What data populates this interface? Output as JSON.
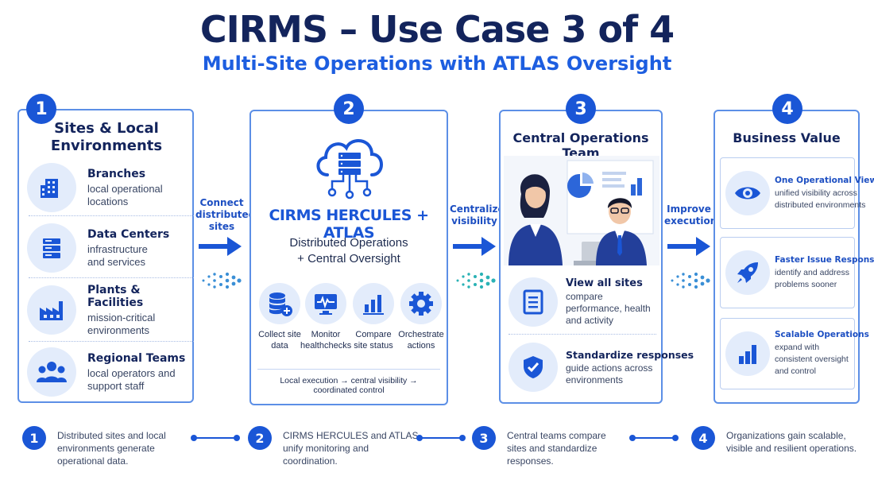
{
  "header": {
    "title": "CIRMS – Use Case 3 of 4",
    "subtitle": "Multi-Site Operations with ATLAS Oversight"
  },
  "panel1": {
    "number": "1",
    "title": "Sites & Local Environments",
    "items": [
      {
        "icon": "building-icon",
        "head": "Branches",
        "sub": "local operational locations"
      },
      {
        "icon": "server-icon",
        "head": "Data Centers",
        "sub": "infrastructure and services"
      },
      {
        "icon": "factory-icon",
        "head": "Plants & Facilities",
        "sub": "mission-critical environments"
      },
      {
        "icon": "team-icon",
        "head": "Regional Teams",
        "sub": "local operators and support staff"
      }
    ]
  },
  "connectors": [
    {
      "label": "Connect distributed sites"
    },
    {
      "label": "Centralize visibility"
    },
    {
      "label": "Improve execution"
    }
  ],
  "panel2": {
    "number": "2",
    "name": "CIRMS HERCULES + ATLAS",
    "description": "Distributed Operations + Central Oversight",
    "items": [
      {
        "icon": "database-add-icon",
        "label": "Collect site data"
      },
      {
        "icon": "monitor-pulse-icon",
        "label": "Monitor healthchecks"
      },
      {
        "icon": "bar-chart-icon",
        "label": "Compare site status"
      },
      {
        "icon": "gear-icon",
        "label": "Orchestrate actions"
      }
    ],
    "footer": "Local execution → central visibility → coordinated control"
  },
  "panel3": {
    "number": "3",
    "title": "Central Operations Team",
    "items": [
      {
        "icon": "document-icon",
        "head": "View all sites",
        "sub": "compare performance, health and activity"
      },
      {
        "icon": "shield-check-icon",
        "head": "Standardize responses",
        "sub": "guide actions across environments"
      }
    ]
  },
  "panel4": {
    "number": "4",
    "title": "Business Value",
    "items": [
      {
        "icon": "eye-icon",
        "head": "One Operational View",
        "sub": "unified visibility across distributed environments"
      },
      {
        "icon": "rocket-icon",
        "head": "Faster Issue Response",
        "sub": "identify and address problems sooner"
      },
      {
        "icon": "growth-chart-icon",
        "head": "Scalable Operations",
        "sub": "expand with consistent oversight and control"
      }
    ]
  },
  "steps": [
    {
      "number": "1",
      "text": "Distributed sites and local environments generate operational data."
    },
    {
      "number": "2",
      "text": "CIRMS HERCULES and ATLAS unify monitoring and coordination."
    },
    {
      "number": "3",
      "text": "Central teams compare sites and standardize responses."
    },
    {
      "number": "4",
      "text": "Organizations gain scalable, visible and resilient operations."
    }
  ],
  "colors": {
    "primary": "#1a56d6",
    "navy": "#13245c",
    "panel_border": "#5c8fe6",
    "icon_bg": "#e3ecfb"
  }
}
